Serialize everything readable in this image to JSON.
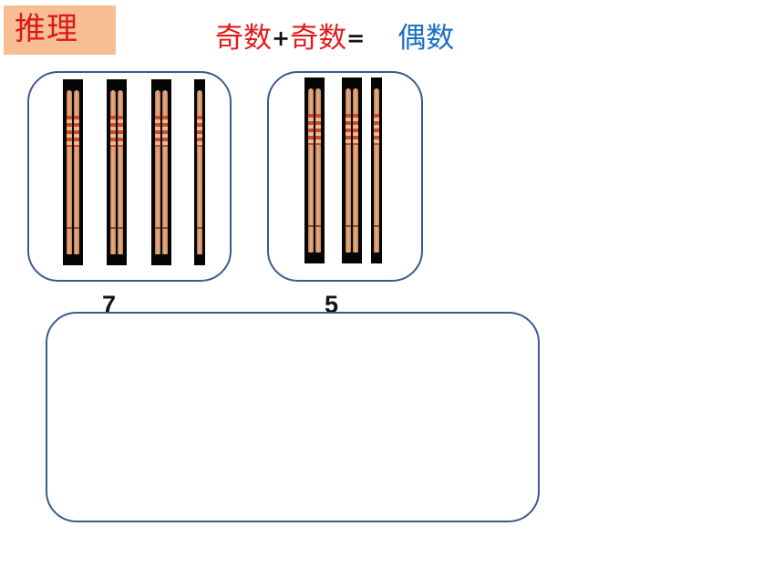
{
  "header": {
    "title": "推理",
    "title_bg_color": "#f7be91",
    "title_color": "#d91a1a"
  },
  "equation": {
    "term1": "奇数",
    "plus": "+",
    "term2": "奇数",
    "equals": "=",
    "result": "偶数",
    "odd_color": "#e01b1b",
    "even_color": "#1a6fc4"
  },
  "groups": [
    {
      "count_label": "7",
      "visible_pairs": 4,
      "icon": "chopsticks-icon"
    },
    {
      "count_label": "5",
      "visible_pairs": 3,
      "icon": "chopsticks-icon"
    }
  ],
  "answer_box": {
    "text": ""
  },
  "border_color": "#3c5a8e"
}
